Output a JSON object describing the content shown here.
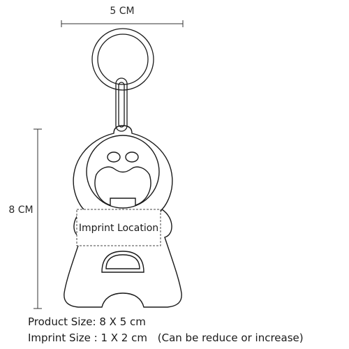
{
  "dimensions": {
    "width_label": "5 CM",
    "height_label": "8 CM"
  },
  "imprint_area": {
    "label": "Imprint Location"
  },
  "specs": {
    "product_size_label": "Product Size:",
    "product_size_value": "8 X 5 cm",
    "imprint_size_label": "Imprint Size :",
    "imprint_size_value": "1 X 2 cm",
    "imprint_size_note": "(Can be reduce or increase)"
  },
  "colors": {
    "outline": "#1a1a1a",
    "text": "#1a1a1a",
    "background": "#ffffff"
  }
}
